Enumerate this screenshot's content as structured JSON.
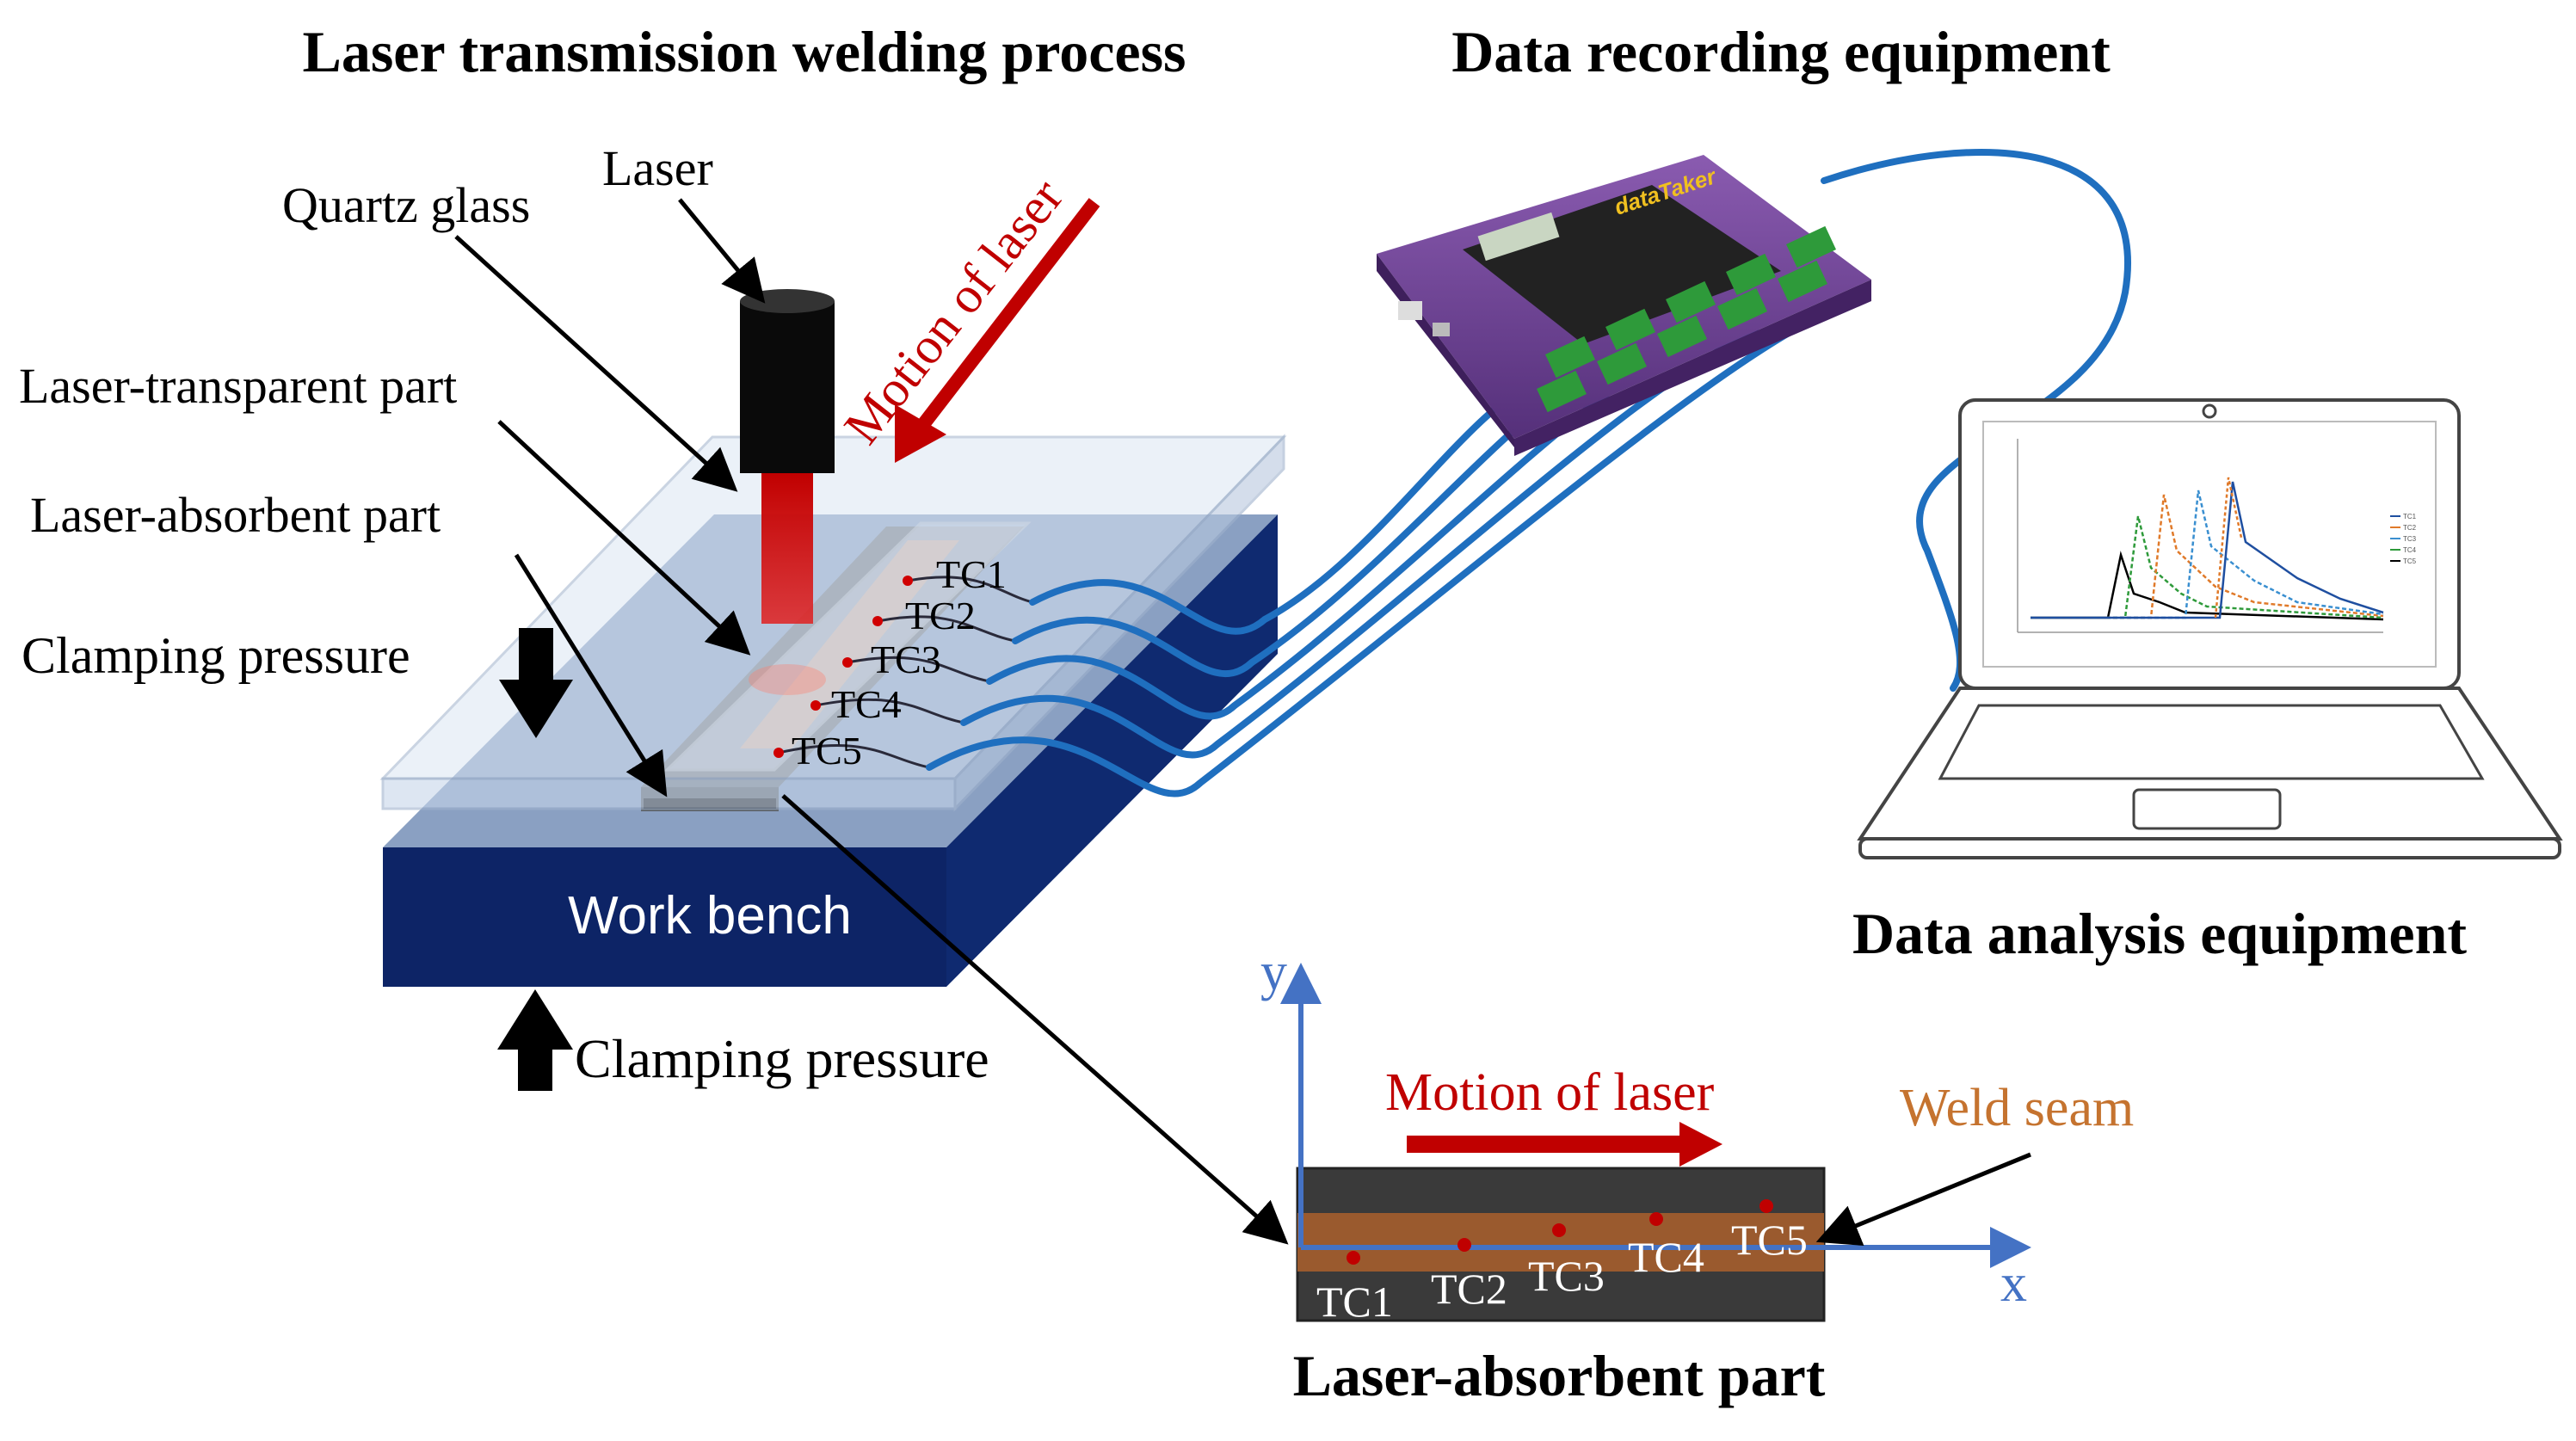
{
  "titles": {
    "process": "Laser transmission welding process",
    "recording": "Data recording equipment",
    "analysis": "Data analysis equipment",
    "absorbent_part": "Laser-absorbent part"
  },
  "labels": {
    "laser": "Laser",
    "quartz_glass": "Quartz glass",
    "transparent_part": "Laser-transparent part",
    "absorbent_part": "Laser-absorbent part",
    "clamping_top": "Clamping pressure",
    "clamping_bottom": "Clamping pressure",
    "motion_diag": "Motion of laser",
    "work_bench": "Work bench",
    "motion_inset": "Motion of laser",
    "weld_seam": "Weld seam",
    "axis_x": "x",
    "axis_y": "y"
  },
  "thermocouples": [
    "TC1",
    "TC2",
    "TC3",
    "TC4",
    "TC5"
  ],
  "device": {
    "brand": "dataTaker"
  },
  "plot_legend": [
    "TC1",
    "TC2",
    "TC3",
    "TC4",
    "TC5"
  ],
  "colors": {
    "laser_red": "#c00000",
    "bench_navy": "#0d2466",
    "cable_blue": "#1f6fbf",
    "device_purple": "#6b3d8f",
    "terminal_green": "#2e9a3a",
    "axis_blue": "#4472c4",
    "weld_brown": "#c5732f",
    "part_dark": "#3a3a3a"
  }
}
